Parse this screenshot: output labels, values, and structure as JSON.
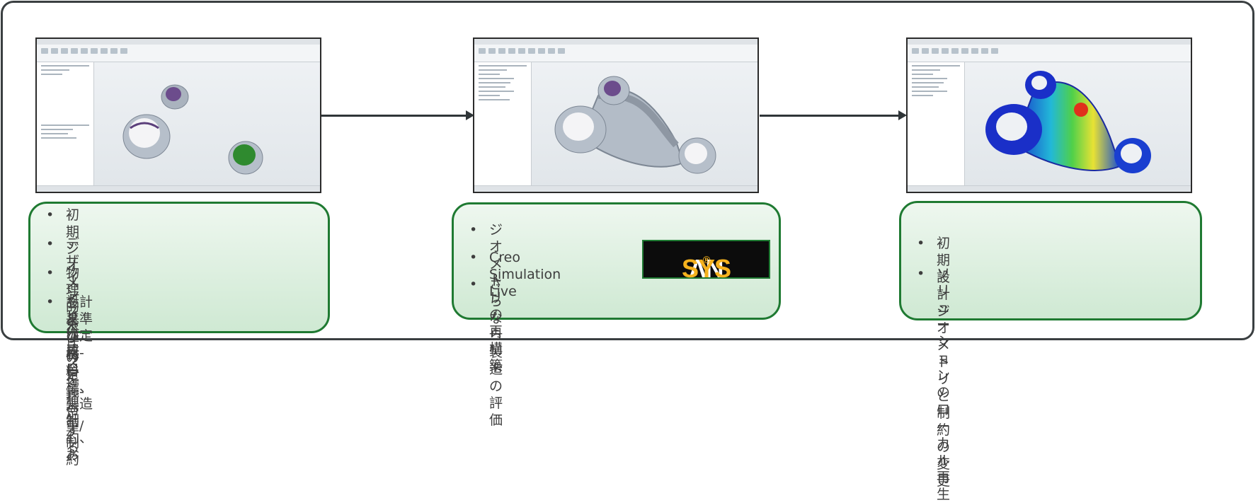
{
  "steps": [
    {
      "bullets": [
        "初期ジオメトリ作成",
        "デザインスペースを指定する",
        "物理的条件の定義-荷重/制約",
        "設計基準の定義-目標、製造制約、お",
        "よび材料"
      ]
    },
    {
      "bullets": [
        "ジオメトリの再構築",
        "Creo Simulation Live",
        "さらなら製造の評価"
      ],
      "logo": {
        "part1": "ΛN",
        "part2": "SYS",
        "mark": "®"
      }
    },
    {
      "bullets": [
        "初期設計ジオメトリと制約の変更",
        "ソリューションのローカル再生"
      ]
    }
  ],
  "colors": {
    "frame": "#3a3f41",
    "box_border": "#1f7a32",
    "box_fill": "#dcefdf",
    "arrow": "#2f3538",
    "ansys_yellow": "#f5b21e"
  },
  "bullet_char": "•"
}
